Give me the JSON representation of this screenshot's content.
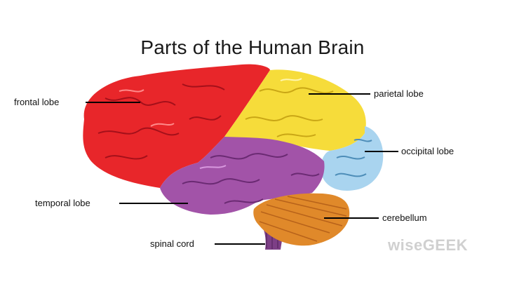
{
  "diagram": {
    "title": "Parts of the Human Brain",
    "labels": {
      "frontal": "frontal lobe",
      "parietal": "parietal lobe",
      "occipital": "occipital lobe",
      "temporal": "temporal lobe",
      "cerebellum": "cerebellum",
      "spinal": "spinal cord"
    },
    "colors": {
      "frontal": "#e8262a",
      "parietal": "#f6dc3a",
      "occipital": "#a9d4ef",
      "temporal": "#a253a8",
      "cerebellum": "#e0892a",
      "spinal": "#7d3f86"
    },
    "watermark": "wiseGEEK"
  }
}
